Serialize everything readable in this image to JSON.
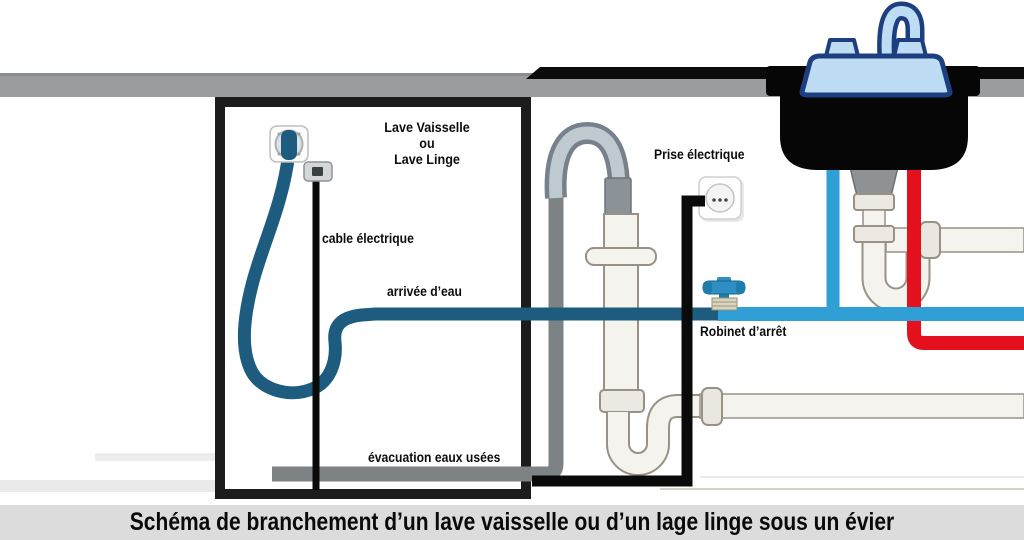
{
  "labels": {
    "machine_title_line1": "Lave Vaisselle",
    "machine_title_line2": "ou",
    "machine_title_line3": "Lave Linge",
    "power_cable": "cable électrique",
    "water_inlet": "arrivée d’eau",
    "outlet": "Prise électrique",
    "shutoff_valve": "Robinet d’arrêt",
    "waste_drain": "évacuation eaux usées"
  },
  "caption": "Schéma de branchement d’un lave vaisselle ou d’un lage linge sous un évier",
  "colors": {
    "machine-hose": "#1d5c7e",
    "cold-pipe": "#2f9fd6",
    "hot-pipe": "#e4101e",
    "drain-hose": "#7d8285",
    "cable": "#0a0a0a",
    "counter": "#9b9c9e",
    "counter-edge": "#0b0b0b",
    "box-border": "#1c1c1c",
    "pipe-fill": "#f5f3ee",
    "pipe-outline": "#9a9186",
    "metal-dark": "#76818b",
    "metal-light": "#bfc9d0",
    "faucet-fill": "#bfdcf5",
    "faucet-outline": "#1e3f7f",
    "sink-black": "#060606",
    "valve-blue": "#2e8fc4",
    "valve-blue-dark": "#1f7dab",
    "caption-bg": "#dcdcdc"
  },
  "icons": {
    "sink": "kitchen-sink-icon",
    "faucet": "faucet-icon",
    "outlet": "wall-outlet-icon",
    "valve": "shutoff-valve-icon",
    "trap": "p-trap-icon"
  }
}
